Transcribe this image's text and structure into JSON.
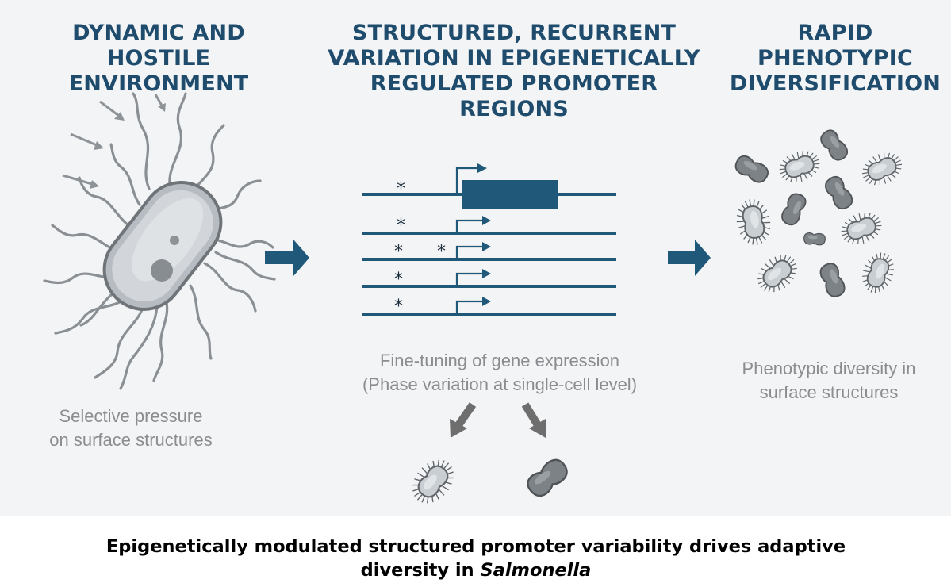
{
  "panels": [
    {
      "heading_lines": [
        "DYNAMIC AND",
        "HOSTILE ENVIRONMENT"
      ],
      "caption_lines": [
        "Selective pressure",
        "on surface structures"
      ]
    },
    {
      "heading_lines": [
        "STRUCTURED, RECURRENT",
        "VARIATION IN EPIGENETICALLY",
        "REGULATED PROMOTER",
        "REGIONS"
      ],
      "caption_lines": [
        "Fine-tuning of gene expression",
        "(Phase variation at single-cell level)"
      ]
    },
    {
      "heading_lines": [
        "RAPID",
        "PHENOTYPIC",
        "DIVERSIFICATION"
      ],
      "caption_lines": [
        "Phenotypic diversity in",
        "surface structures"
      ]
    }
  ],
  "promoter": {
    "mark_symbol": "*",
    "track_count": 5
  },
  "footer": {
    "line1": "Epigenetically modulated structured promoter variability drives adaptive",
    "line2_prefix": "diversity in ",
    "line2_organism": "Salmonella"
  },
  "colors": {
    "heading": "#1f4c6d",
    "arrow": "#1f5878",
    "dna": "#1f5878",
    "caption": "#8a8d90",
    "panel_background": "#f3f4f6",
    "cell_fill": "#c9ced3",
    "cell_dark": "#7d8286",
    "gray_arrow": "#6b6b6b"
  }
}
